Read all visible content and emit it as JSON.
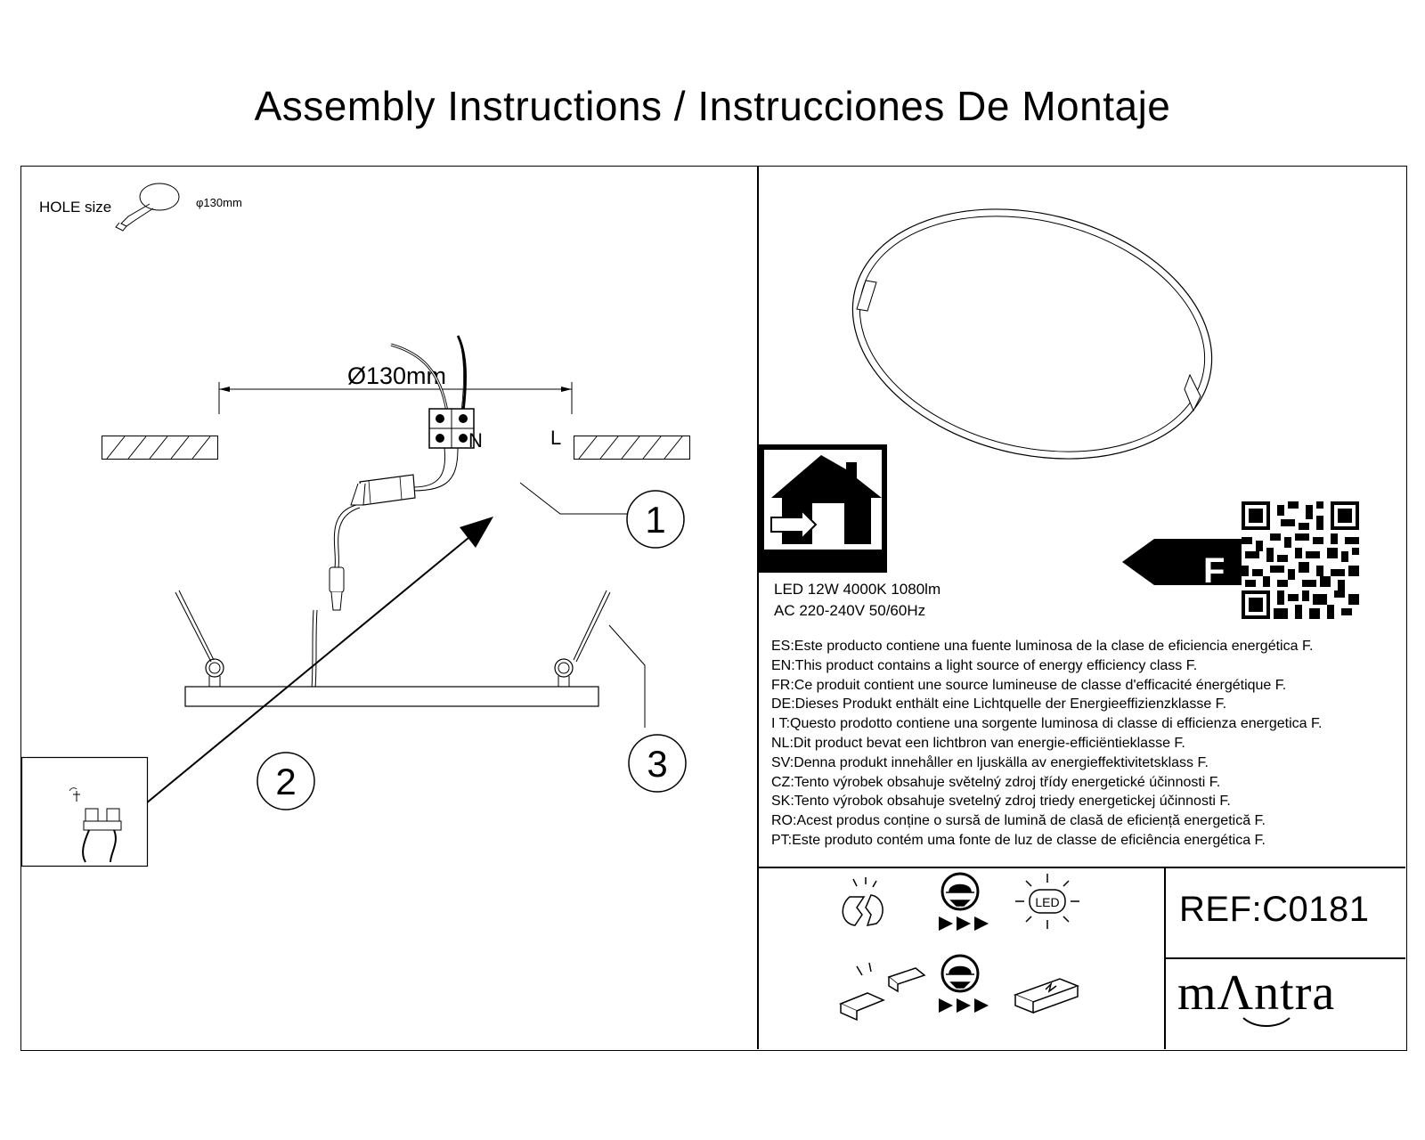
{
  "title": "Assembly Instructions / Instrucciones De Montaje",
  "left_panel": {
    "hole_label": "HOLE size",
    "hole_dim": "φ130mm",
    "cut_dim": "Ø130mm",
    "terminal_n": "N",
    "terminal_l": "L",
    "callout_1": "1",
    "callout_2": "2",
    "callout_3": "3"
  },
  "spec": {
    "line1": "LED 12W 4000K 1080lm",
    "line2": "AC 220-240V 50/60Hz"
  },
  "energy_class": "F",
  "energy_statements": [
    "ES:Este producto contiene una fuente luminosa de la clase de eficiencia energética F.",
    "EN:This product contains a light source of energy efficiency class F.",
    "FR:Ce produit contient une source lumineuse de classe d'efficacité énergétique F.",
    "DE:Dieses Produkt enthält eine Lichtquelle der Energieeffizienzklasse F.",
    "I T:Questo prodotto contiene una sorgente luminosa di classe di efficienza energetica F.",
    "NL:Dit product bevat een lichtbron van energie-efficiëntieklasse F.",
    "SV:Denna produkt innehåller en ljuskälla av energieffektivitetsklass F.",
    "CZ:Tento výrobek obsahuje světelný zdroj třídy energetické účinnosti F.",
    "SK:Tento výrobok obsahuje svetelný zdroj triedy energetickej účinnosti F.",
    "RO:Acest produs conține o sursă de lumină de clasă de eficiență energetică F.",
    "PT:Este produto contém uma fonte de luz de classe de eficiência energética F."
  ],
  "icons": {
    "led_badge": "LED"
  },
  "ref": "REF:C0181",
  "brand": "mΛntra"
}
